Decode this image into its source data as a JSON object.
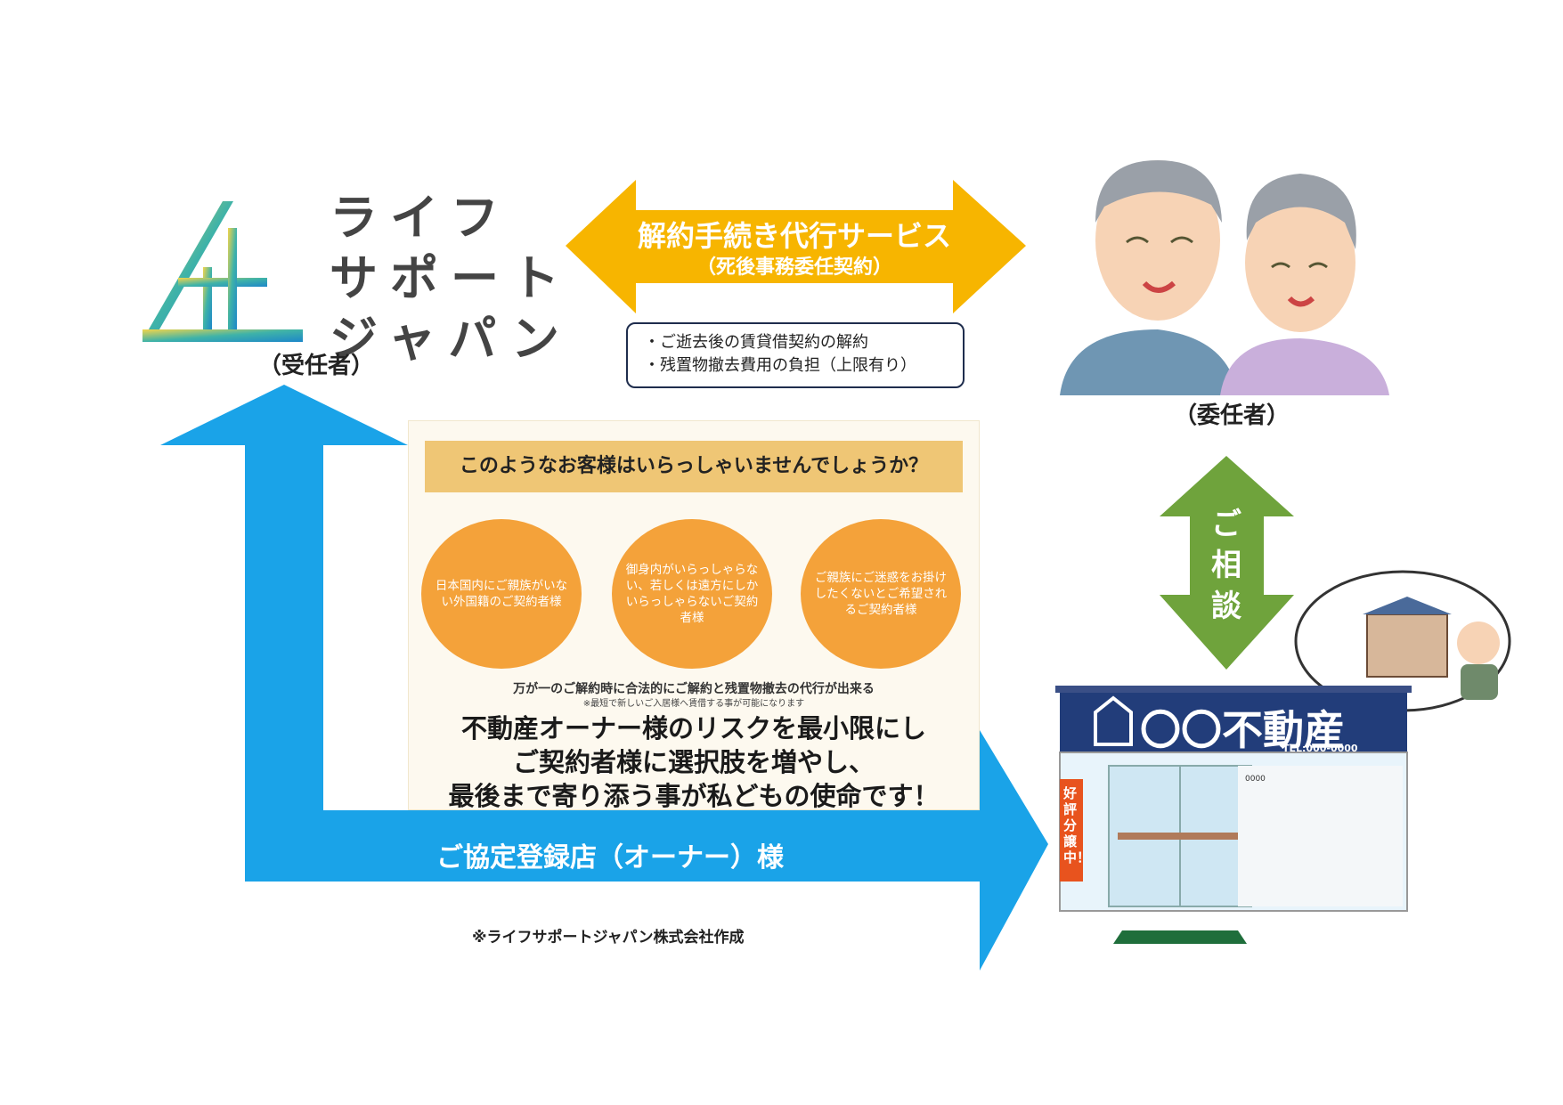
{
  "logo": {
    "line1": "ライフ",
    "line2": "サポート",
    "line3": "ジャパン",
    "role": "（受任者）"
  },
  "service_arrow": {
    "title": "解約手続き代行サービス",
    "subtitle": "（死後事務委任契約）",
    "color": "#f7b500"
  },
  "service_box": {
    "items": [
      "・ご逝去後の賃貸借契約の解約",
      "・残置物撤去費用の負担（上限有り）"
    ]
  },
  "client": {
    "role": "（委任者）"
  },
  "consult_arrow": {
    "chars": [
      "ご",
      "相",
      "談"
    ],
    "color": "#6fa33c"
  },
  "panel": {
    "header": "このようなお客様はいらっしゃいませんでしょうか？",
    "circles": [
      "日本国内にご親族がいない外国籍のご契約者様",
      "御身内がいらっしゃらない、若しくは遠方にしかいらっしゃらないご契約者様",
      "ご親族にご迷惑をお掛けしたくないとご希望されるご契約者様"
    ],
    "note": "万が一のご解約時に合法的にご解約と残置物撤去の代行が出来る",
    "subnote": "※最短で新しいご入居様へ賃借する事が可能になります",
    "mission": [
      "不動産オーナー様のリスクを最小限にし",
      "ご契約者様に選択肢を増やし、",
      "最後まで寄り添う事が私どもの使命です！"
    ]
  },
  "owner_arrow": {
    "label": "ご協定登録店（オーナー）様",
    "color": "#1aa3e8"
  },
  "shop": {
    "name": "〇〇不動産",
    "tel": "TEL:000-0000",
    "banner": "好評分譲中！",
    "listing": "0000"
  },
  "footnote": "※ライフサポートジャパン株式会社作成"
}
